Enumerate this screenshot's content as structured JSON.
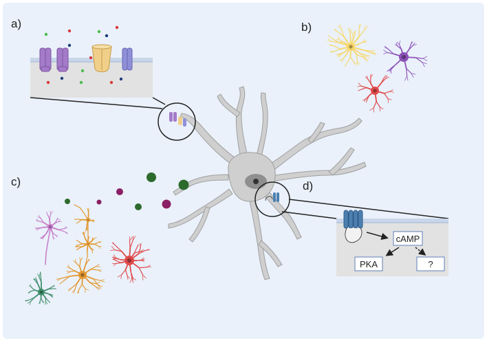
{
  "panel_labels": {
    "a": "a)",
    "b": "b)",
    "c": "c)",
    "d": "d)"
  },
  "signaling": {
    "camp": "cAMP",
    "pka": "PKA",
    "unknown": "?"
  },
  "colors": {
    "background": "#eaf1fb",
    "neuron": "#cfcfcf",
    "neuron_stroke": "#9e9e9e",
    "inset_box": "#e6e6e6",
    "receptor_purple": "#a47bc8",
    "receptor_lavender": "#8f8fd8",
    "channel_tan": "#f0cf8a",
    "gpcr_blue": "#4c7fb0",
    "astro_yellow": "#f7d76a",
    "glia_purple": "#8d52b8",
    "glia_red": "#e04a4a",
    "glia_orange": "#e3982f",
    "glia_green": "#3f8e6a",
    "glia_pink": "#c57bc8",
    "dot_green": "#2d6b2d",
    "dot_magenta": "#8a1f63"
  }
}
